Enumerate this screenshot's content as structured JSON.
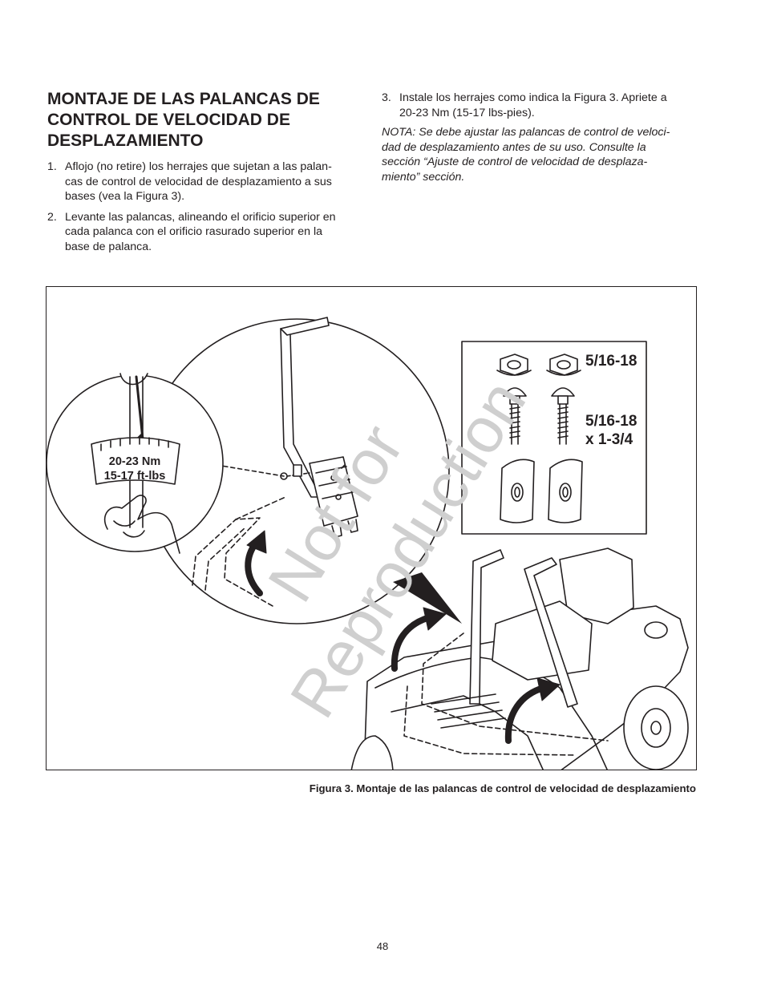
{
  "section": {
    "title": "MONTAJE DE LAS PALANCAS DE CONTROL DE VELOCIDAD DE DESPLAZAMIENTO",
    "title_lines": [
      "MONTAJE DE LAS PALANCAS DE",
      "CONTROL DE VELOCIDAD DE",
      "DESPLAZAMIENTO"
    ]
  },
  "steps": [
    {
      "num": "1.",
      "lines": [
        "Aflojo (no retire) los herrajes que sujetan a las palan-",
        "cas de control de velocidad de desplazamiento a sus",
        "bases (vea la Figura 3)."
      ]
    },
    {
      "num": "2.",
      "lines": [
        "Levante las palancas, alineando el orificio superior en",
        "cada palanca con el orificio rasurado superior en la",
        "base de palanca."
      ]
    },
    {
      "num": "3.",
      "lines": [
        "Instale los herrajes como indica la Figura 3. Apriete a",
        "20-23 Nm (15-17 lbs-pies)."
      ]
    }
  ],
  "note": {
    "lines": [
      "NOTA: Se debe ajustar las palancas de control de veloci-",
      "dad de desplazamiento antes de su uso. Consulte la",
      "sección “Ajuste de control de velocidad de desplaza-",
      "miento” sección."
    ]
  },
  "figure": {
    "torque_line1": "20-23 Nm",
    "torque_line2": "15-17 ft-lbs",
    "nut_label": "5/16-18",
    "bolt_label_line1": "5/16-18",
    "bolt_label_line2": "x 1-3/4",
    "watermark_line1": "Not for",
    "watermark_line2": "Reproduction",
    "caption": "Figura 3. Montaje de las palancas de control de velocidad de desplazamiento"
  },
  "page_number": "48"
}
